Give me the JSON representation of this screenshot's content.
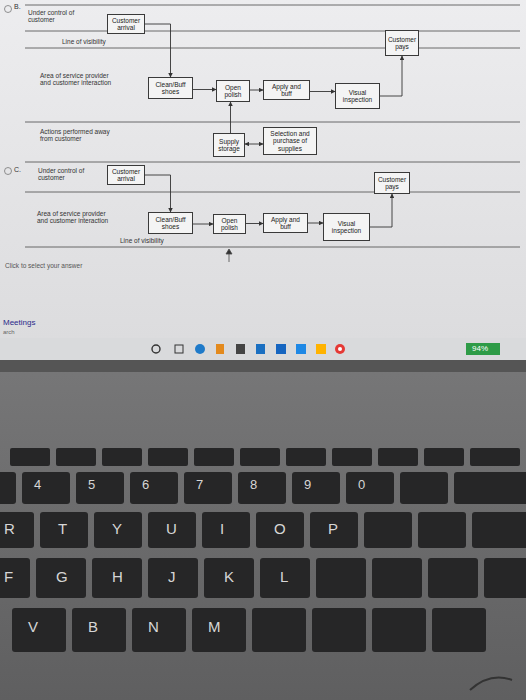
{
  "diagram": {
    "nodes": [
      {
        "text": [
          "Customer arrival"
        ]
      },
      {
        "text": [
          "Customer pays"
        ]
      },
      {
        "text": [
          "Clean/Buff shoes"
        ]
      },
      {
        "text": [
          "Open polish"
        ]
      },
      {
        "text": [
          "Apply and buff"
        ]
      },
      {
        "text": [
          "Visual inspection"
        ]
      },
      {
        "text": [
          "Supply storage"
        ]
      },
      {
        "text": [
          "Selection and purchase of supplies"
        ]
      },
      {
        "text": [
          "Customer arrival"
        ]
      },
      {
        "text": [
          "Customer pays"
        ]
      },
      {
        "text": [
          "Clean/Buff shoes"
        ]
      },
      {
        "text": [
          "Open polish"
        ]
      },
      {
        "text": [
          "Apply and buff"
        ]
      },
      {
        "text": [
          "Visual inspection"
        ]
      }
    ],
    "edges": [
      {
        "from": 0,
        "to": 2,
        "arrow": "to"
      },
      {
        "from": 2,
        "to": 3,
        "arrow": "to"
      },
      {
        "from": 3,
        "to": 4,
        "arrow": "to"
      },
      {
        "from": 4,
        "to": 5,
        "arrow": "to"
      },
      {
        "from": 5,
        "to": 1,
        "arrow": "to"
      },
      {
        "from": 6,
        "to": 3,
        "arrow": "to"
      },
      {
        "from": 6,
        "to": 7,
        "arrow": "both"
      },
      {
        "from": 8,
        "to": 10,
        "arrow": "to"
      },
      {
        "from": 10,
        "to": 11,
        "arrow": "to"
      },
      {
        "from": 11,
        "to": 12,
        "arrow": "to"
      },
      {
        "from": 12,
        "to": 13,
        "arrow": "to"
      },
      {
        "from": 13,
        "to": 9,
        "arrow": "to"
      }
    ],
    "labels": [
      "B.",
      "Under control of customer",
      "Line of visibility",
      "Area of service provider and customer interaction",
      "Actions performed away from customer",
      "C.",
      "Under control of customer",
      "Area of service provider and customer interaction",
      "Line of visibility",
      "Click to select your answer",
      "Meetings",
      "arch",
      "94%",
      "4",
      "5",
      "6",
      "7",
      "8",
      "9",
      "0",
      "R",
      "T",
      "Y",
      "U",
      "I",
      "O",
      "P",
      "F",
      "G",
      "H",
      "J",
      "K",
      "L",
      "V",
      "B",
      "N",
      "M"
    ]
  }
}
